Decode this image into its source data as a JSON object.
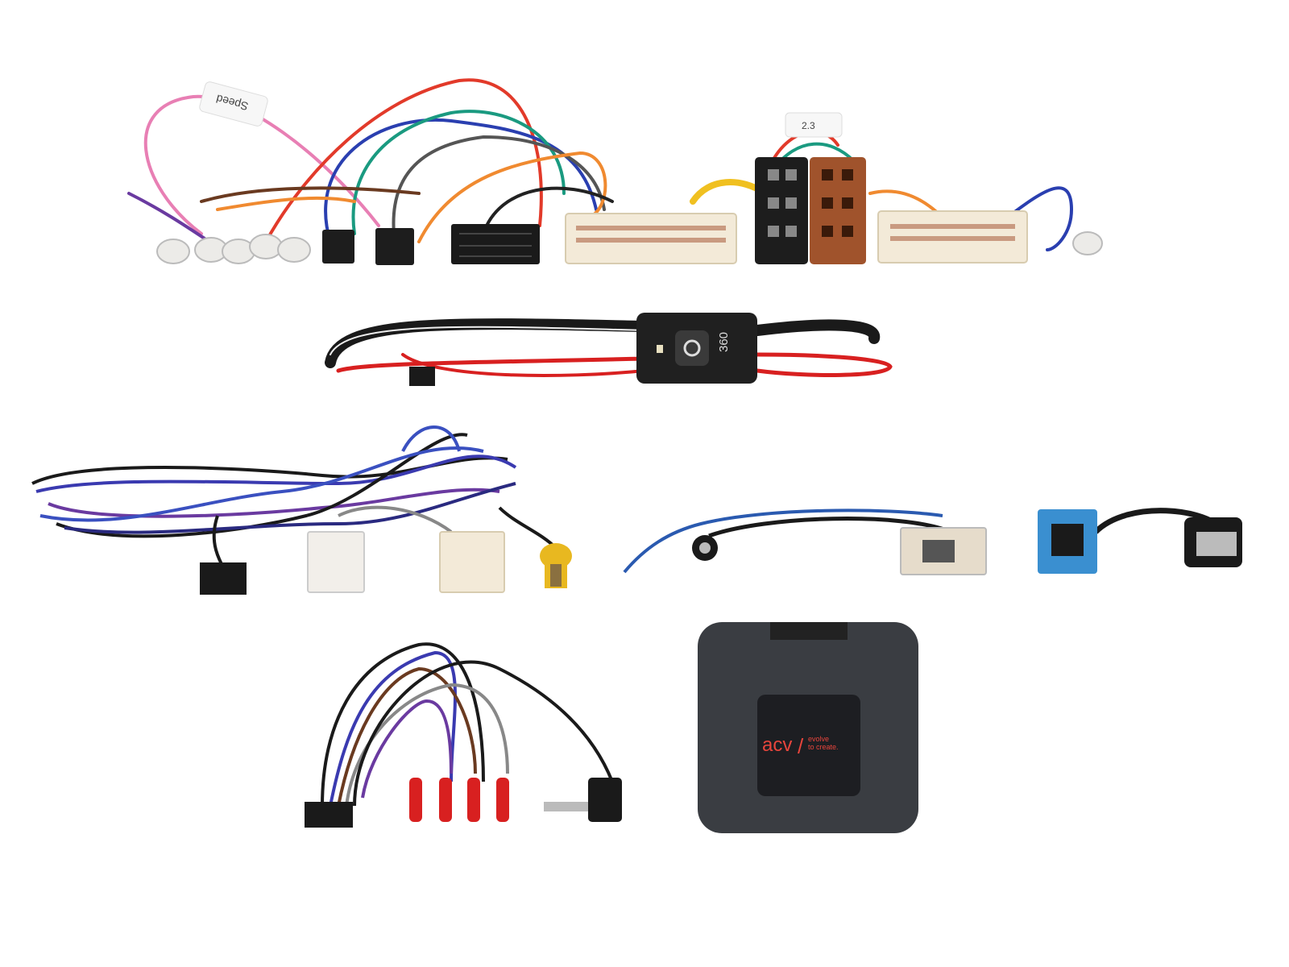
{
  "harness_top": {
    "speed_label": "Speed",
    "tag_label": "2.3"
  },
  "camera_module": {
    "badge_text": "360"
  },
  "interface_box": {
    "brand": "acv",
    "slash": "/",
    "tagline_1": "evolve",
    "tagline_2": "to create."
  },
  "colors": {
    "brand_red": "#e8453c",
    "box_dark": "#3a3d42",
    "usb_blue": "#3a8fd0",
    "connector_cream": "#f3ead8",
    "connector_brown": "#a0532c"
  }
}
